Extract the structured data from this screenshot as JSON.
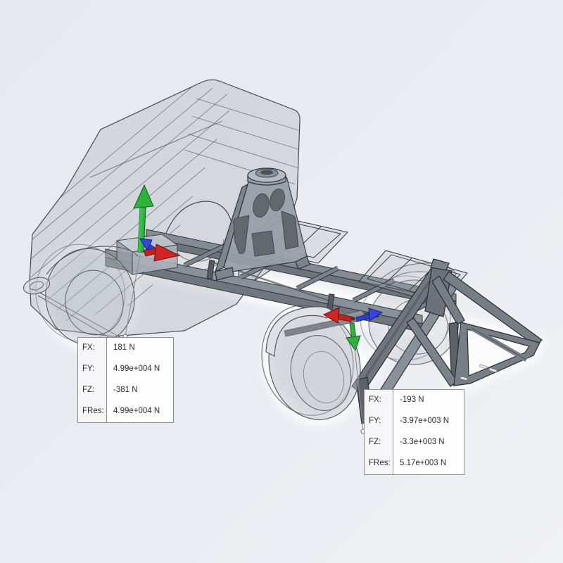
{
  "viewport": {
    "type": "3d-cad-results-view",
    "model": "truck chassis with cab, mounting tower and rear support frame",
    "background_top": "#e6e9f0",
    "background_bottom": "#f0f1f4"
  },
  "force_arrows": {
    "front": [
      {
        "name": "front-force-arrow-up",
        "direction": "up",
        "color": "#2db33c"
      },
      {
        "name": "front-force-arrow-lateral",
        "direction": "up-left",
        "color": "#2a3fd4"
      },
      {
        "name": "front-force-arrow-longitudinal",
        "direction": "down-right",
        "color": "#c41f1f"
      }
    ],
    "rear": [
      {
        "name": "rear-force-arrow-left",
        "direction": "left",
        "color": "#c41f1f"
      },
      {
        "name": "rear-force-arrow-right",
        "direction": "right",
        "color": "#2a3fd4"
      },
      {
        "name": "rear-force-arrow-down",
        "direction": "down",
        "color": "#2db33c"
      }
    ]
  },
  "callouts": {
    "front": {
      "rows": [
        {
          "label": "FX:",
          "value": "181 N"
        },
        {
          "label": "FY:",
          "value": "4.99e+004 N"
        },
        {
          "label": "FZ:",
          "value": "-381 N"
        },
        {
          "label": "FRes:",
          "value": "4.99e+004 N"
        }
      ]
    },
    "rear": {
      "rows": [
        {
          "label": "FX:",
          "value": "-193 N"
        },
        {
          "label": "FY:",
          "value": "-3.97e+003 N"
        },
        {
          "label": "FZ:",
          "value": "-3.3e+003 N"
        },
        {
          "label": "FRes:",
          "value": "5.17e+003 N"
        }
      ]
    }
  }
}
